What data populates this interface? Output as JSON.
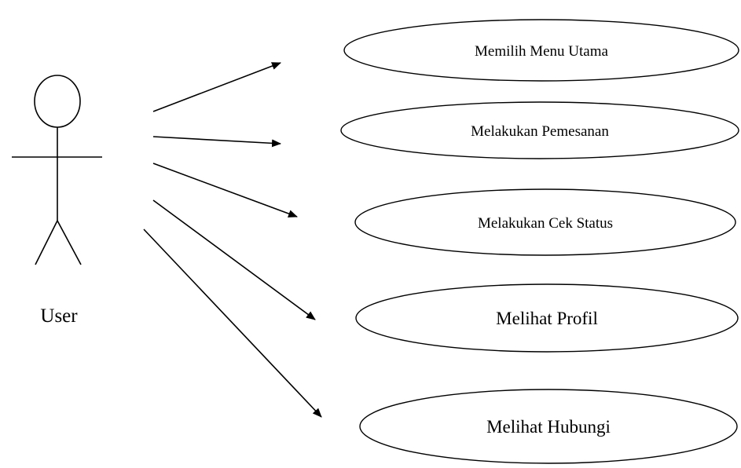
{
  "actor": {
    "label": "User"
  },
  "use_cases": [
    {
      "label": "Memilih Menu Utama"
    },
    {
      "label": "Melakukan Pemesanan"
    },
    {
      "label": "Melakukan Cek Status"
    },
    {
      "label": "Melihat Profil"
    },
    {
      "label": "Melihat Hubungi"
    }
  ],
  "colors": {
    "stroke": "#000000",
    "background": "#ffffff"
  }
}
